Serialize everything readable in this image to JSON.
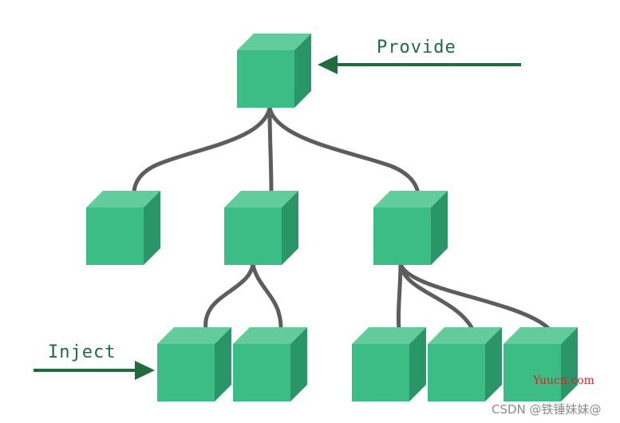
{
  "labels": {
    "provide": "Provide",
    "inject": "Inject"
  },
  "watermark": {
    "site": "Yuucn.com",
    "credit": "CSDN @铁锤妹妹@"
  },
  "colors": {
    "cube_front": "#3dbd86",
    "cube_top": "#62cc9c",
    "cube_side": "#2a9566",
    "connector": "#5d5d5d",
    "arrow": "#1f6b3d",
    "label_text": "#1f6b3d",
    "watermark_site": "#cc2a2a",
    "watermark_credit": "#8a8a8a"
  },
  "tree": {
    "root": "root-node",
    "children": {
      "root-node": [
        "child-left",
        "child-middle",
        "child-right"
      ],
      "child-middle": [
        "grandchild-1",
        "grandchild-2"
      ],
      "child-right": [
        "grandchild-3",
        "grandchild-4",
        "grandchild-5"
      ]
    }
  },
  "icons": {
    "provide_arrow": "arrow-left-icon",
    "inject_arrow": "arrow-right-icon"
  }
}
